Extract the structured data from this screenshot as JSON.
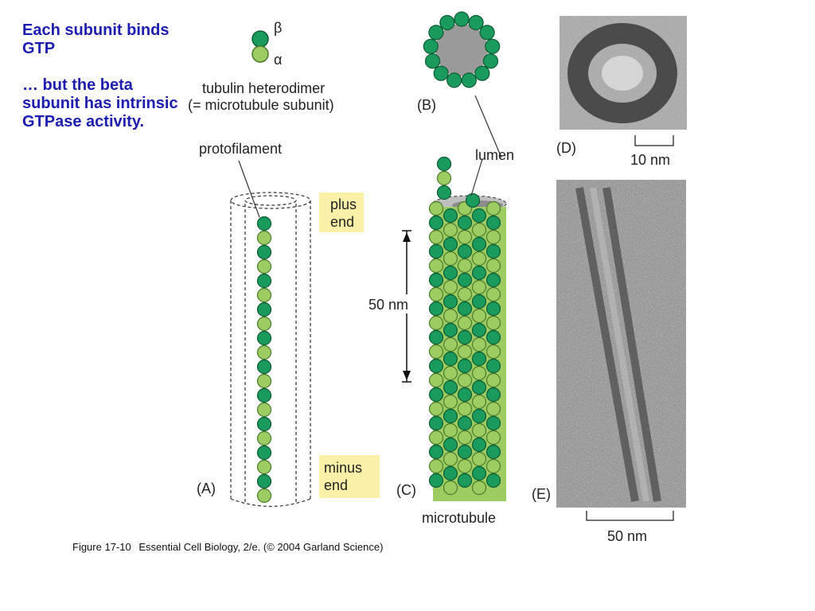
{
  "side_text": {
    "line1": "Each subunit binds GTP",
    "line2": "… but the beta subunit has intrinsic GTPase activity."
  },
  "labels": {
    "beta": "β",
    "alpha": "α",
    "heterodimer_line1": "tubulin heterodimer",
    "heterodimer_line2": "(= microtubule subunit)",
    "panel_a": "(A)",
    "panel_b": "(B)",
    "panel_c": "(C)",
    "panel_d": "(D)",
    "panel_e": "(E)",
    "protofilament": "protofilament",
    "lumen": "lumen",
    "plus_end_1": "plus",
    "plus_end_2": "end",
    "minus_end_1": "minus",
    "minus_end_2": "end",
    "length_50nm": "50 nm",
    "scale_10nm": "10 nm",
    "scale_50nm": "50 nm",
    "microtubule": "microtubule"
  },
  "caption": {
    "figure": "Figure 17-10",
    "source": "Essential Cell Biology, 2/e. (© 2004 Garland Science)"
  },
  "colors": {
    "beta_dark_green": "#1a9a5c",
    "alpha_light_green": "#9ccc62",
    "end_label_bg": "#fbf0a8",
    "lumen_grey": "#9a9a9a",
    "side_text_blue": "#1d1db0"
  }
}
